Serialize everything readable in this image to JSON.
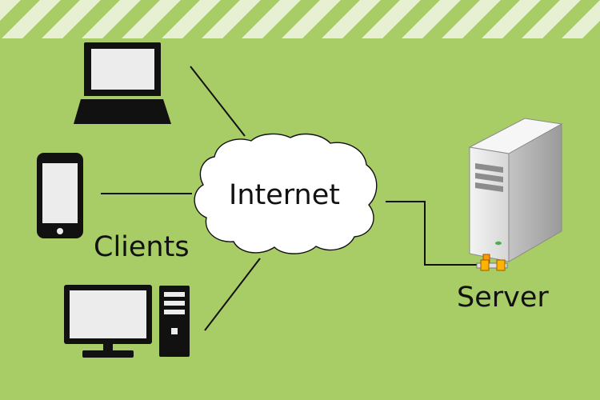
{
  "labels": {
    "internet": "Internet",
    "clients": "Clients",
    "server": "Server"
  },
  "nodes": {
    "clients": [
      "laptop",
      "smartphone",
      "desktop-computer"
    ],
    "hub": "internet-cloud",
    "server": "tower-server"
  },
  "connections": [
    {
      "from": "laptop",
      "to": "internet-cloud"
    },
    {
      "from": "smartphone",
      "to": "internet-cloud"
    },
    {
      "from": "desktop-computer",
      "to": "internet-cloud"
    },
    {
      "from": "internet-cloud",
      "to": "tower-server"
    }
  ],
  "icons": [
    "laptop-icon",
    "smartphone-icon",
    "desktop-monitor-icon",
    "pc-tower-icon",
    "cloud-icon",
    "server-icon",
    "network-port-icon"
  ],
  "colors": {
    "background": "#a8cd66",
    "stripe": "#e7f0d2",
    "icon_dark": "#111111",
    "screen": "#ececec",
    "cloud_fill": "#ffffff",
    "server_body": "#e6e6e6",
    "port": "#ff9900"
  }
}
